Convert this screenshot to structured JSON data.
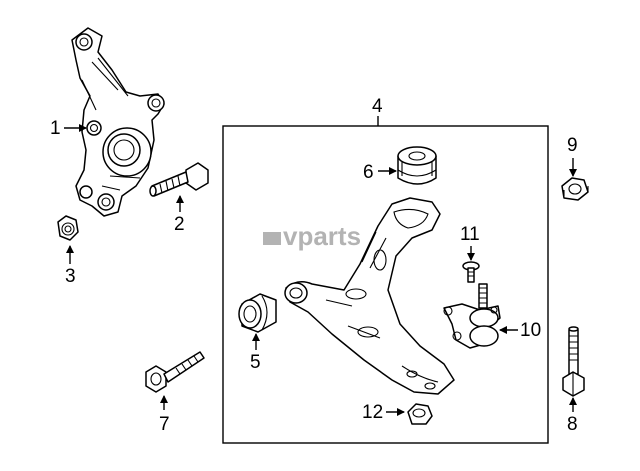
{
  "watermark": {
    "text": "vparts"
  },
  "callouts": [
    {
      "id": "1",
      "label": "1"
    },
    {
      "id": "2",
      "label": "2"
    },
    {
      "id": "3",
      "label": "3"
    },
    {
      "id": "4",
      "label": "4"
    },
    {
      "id": "5",
      "label": "5"
    },
    {
      "id": "6",
      "label": "6"
    },
    {
      "id": "7",
      "label": "7"
    },
    {
      "id": "8",
      "label": "8"
    },
    {
      "id": "9",
      "label": "9"
    },
    {
      "id": "10",
      "label": "10"
    },
    {
      "id": "11",
      "label": "11"
    },
    {
      "id": "12",
      "label": "12"
    }
  ]
}
